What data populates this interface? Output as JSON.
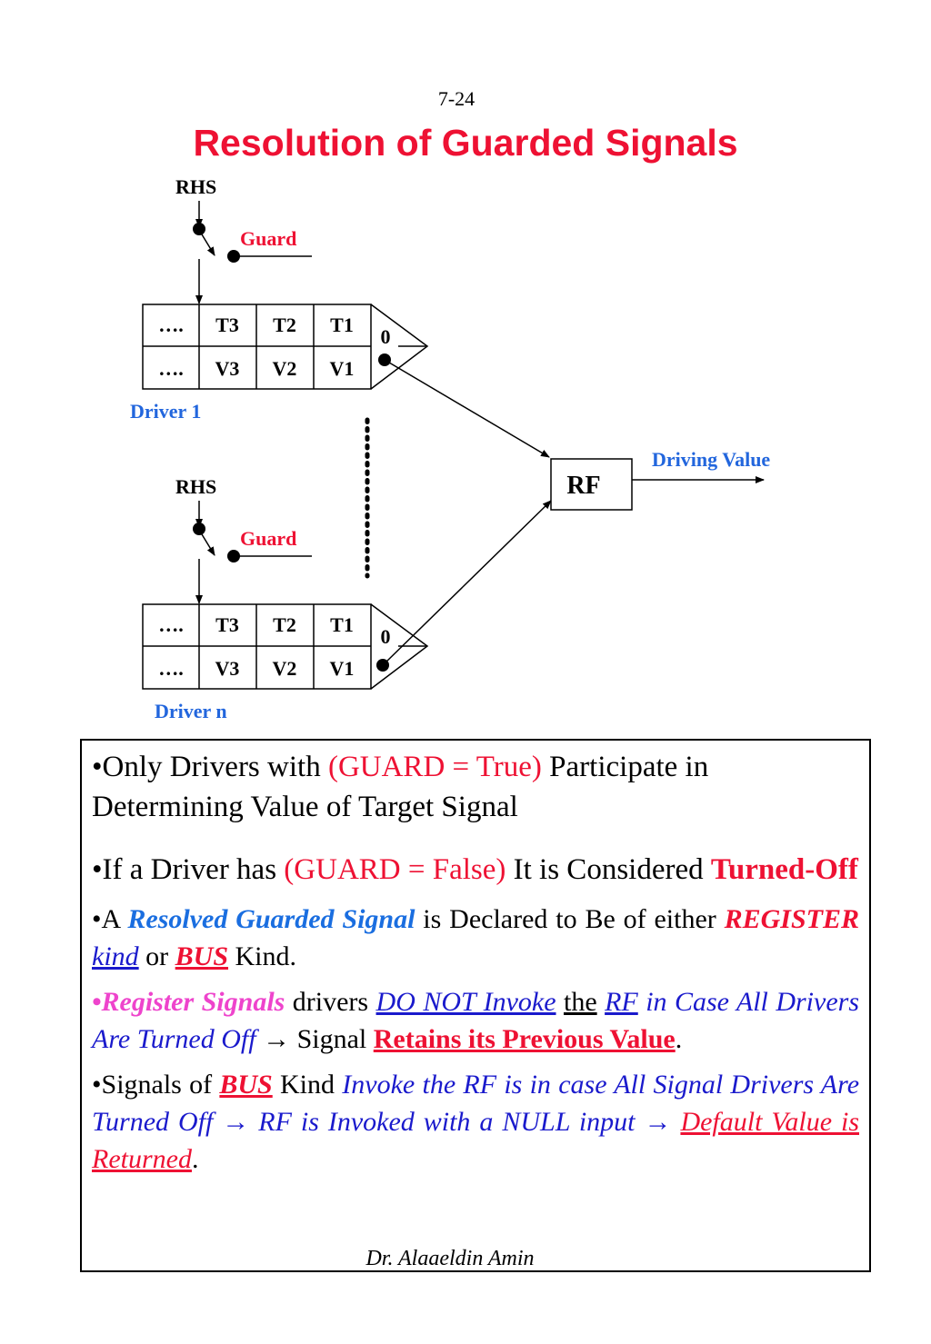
{
  "slide": {
    "page_number": "7-24",
    "title": "Resolution of Guarded Signals",
    "footer": "Dr. Alaaeldin Amin"
  },
  "diagram": {
    "driver1": {
      "rhs_label": "RHS",
      "guard_label": "Guard",
      "row1": [
        "….",
        "T3",
        "T2",
        "T1"
      ],
      "row2": [
        "….",
        "V3",
        "V2",
        "V1"
      ],
      "zero_label": "0",
      "name": "Driver 1"
    },
    "drivern": {
      "rhs_label": "RHS",
      "guard_label": "Guard",
      "row1": [
        "….",
        "T3",
        "T2",
        "T1"
      ],
      "row2": [
        "….",
        "V3",
        "V2",
        "V1"
      ],
      "zero_label": "0",
      "name": "Driver n"
    },
    "rf_label": "RF",
    "output_label": "Driving Value"
  },
  "bullets": {
    "b1": {
      "pre": "•Only Drivers with ",
      "guard_true": "(GUARD = True)",
      "post": "  Participate in Determining Value of Target Signal"
    },
    "b2": {
      "pre": "•If a Driver has ",
      "guard_false": "(GUARD = False)",
      "mid": " It is Considered ",
      "turned_off": "Turned-Off"
    },
    "b3": {
      "pre": "•A ",
      "resolved": "Resolved Guarded Signal",
      "mid": " is Declared to Be of either ",
      "register": "REGISTER",
      "kind": "kind",
      "or": " or ",
      "bus": "BUS",
      "post": " Kind."
    },
    "b4": {
      "register_signals": "•Register Signals",
      "drivers": " drivers ",
      "do_not": "DO NOT Invoke",
      "the": "the",
      "rf": "RF",
      "in_case": " in Case All Drivers Are Turned Off ",
      "arrow": "→",
      "signal": " Signal ",
      "retains": "Retains its Previous Value",
      "period": "."
    },
    "b5": {
      "pre": "•Signals of ",
      "bus": "BUS",
      "kind": " Kind ",
      "invoke": "Invoke the RF is in case All Signal Drivers Are Turned Off  ",
      "arrow1": "→",
      "null_input": " RF is Invoked with a NULL input ",
      "arrow2": "→",
      "default": "Default Value is Returned",
      "period": "."
    }
  }
}
